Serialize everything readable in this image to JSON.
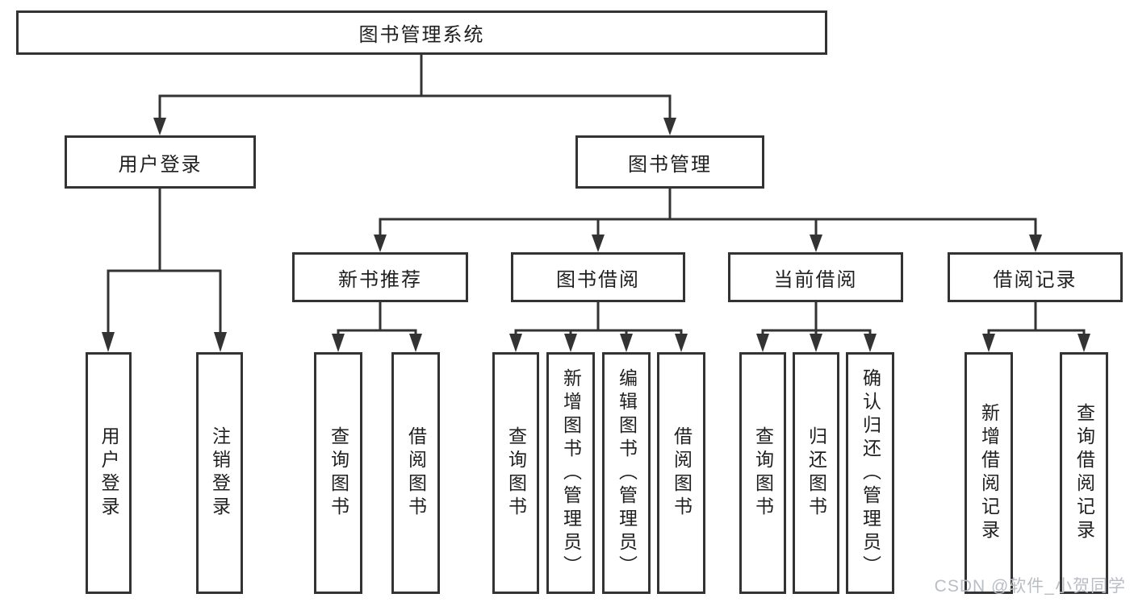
{
  "tree": {
    "root": {
      "label": "图书管理系统"
    },
    "branches": [
      {
        "label": "用户登录",
        "children": [
          {
            "label": "用户登录"
          },
          {
            "label": "注销登录"
          }
        ]
      },
      {
        "label": "图书管理",
        "groups": [
          {
            "label": "新书推荐",
            "children": [
              {
                "label": "查询图书"
              },
              {
                "label": "借阅图书"
              }
            ]
          },
          {
            "label": "图书借阅",
            "children": [
              {
                "label": "查询图书"
              },
              {
                "label": "新增图书（管理员）"
              },
              {
                "label": "编辑图书（管理员）"
              },
              {
                "label": "借阅图书"
              }
            ]
          },
          {
            "label": "当前借阅",
            "children": [
              {
                "label": "查询图书"
              },
              {
                "label": "归还图书"
              },
              {
                "label": "确认归还（管理员）"
              }
            ]
          },
          {
            "label": "借阅记录",
            "children": [
              {
                "label": "新增借阅记录"
              },
              {
                "label": "查询借阅记录"
              }
            ]
          }
        ]
      }
    ]
  },
  "watermark": "CSDN @软件_小贺同学",
  "colors": {
    "line": "#333333",
    "text": "#1f1f1f",
    "watermark": "#b9bdc4",
    "background": "#ffffff"
  }
}
